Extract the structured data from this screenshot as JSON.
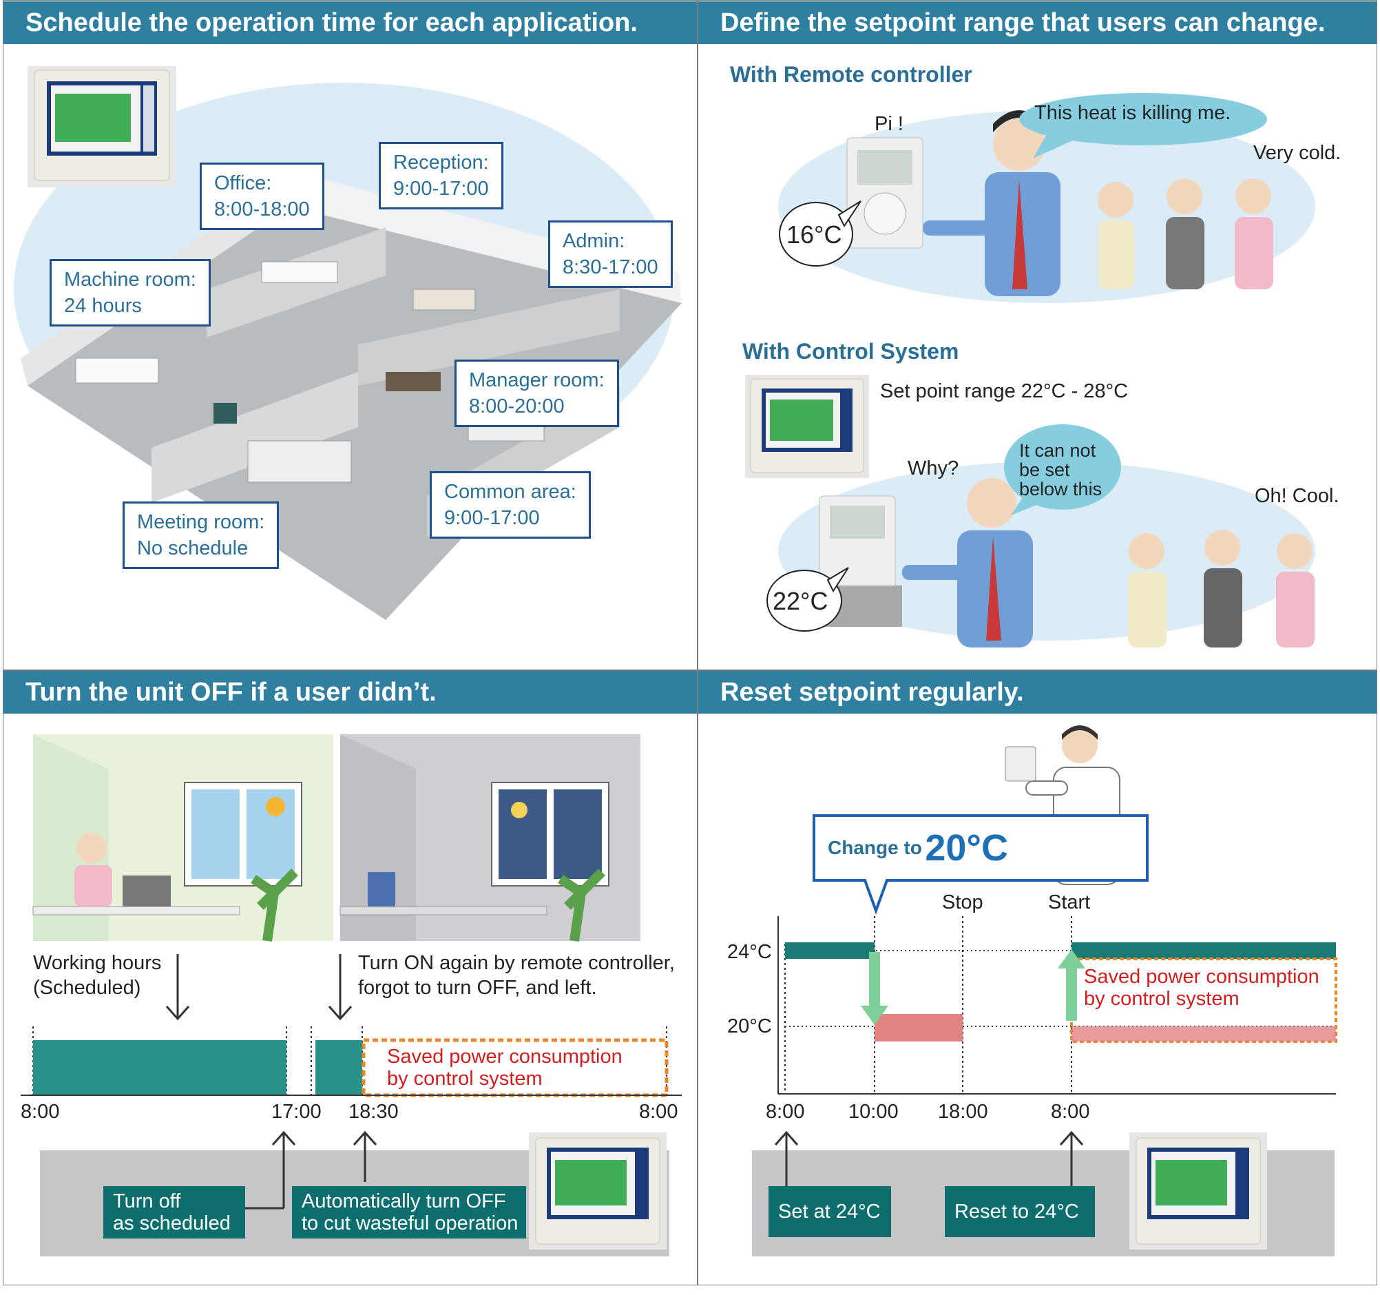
{
  "panels": {
    "schedule": {
      "title": "Schedule the operation time for each application.",
      "rooms": [
        {
          "name": "Office:",
          "time": "8:00-18:00"
        },
        {
          "name": "Reception:",
          "time": "9:00-17:00"
        },
        {
          "name": "Admin:",
          "time": "8:30-17:00"
        },
        {
          "name": "Machine room:",
          "time": "24 hours"
        },
        {
          "name": "Manager room:",
          "time": "8:00-20:00"
        },
        {
          "name": "Common area:",
          "time": "9:00-17:00"
        },
        {
          "name": "Meeting room:",
          "time": "No schedule"
        }
      ]
    },
    "setpoint": {
      "title": "Define the setpoint range that users can change.",
      "remote": {
        "heading": "With Remote controller",
        "beep": "Pi !",
        "speech": "This heat is killing me.",
        "reaction": "Very cold.",
        "temp": "16°C"
      },
      "control": {
        "heading": "With Control System",
        "range": "Set point range 22°C - 28°C",
        "why": "Why?",
        "speech_l1": "It can not",
        "speech_l2": "be set",
        "speech_l3": "below this",
        "reaction": "Oh! Cool.",
        "temp": "22°C"
      }
    },
    "off": {
      "title": "Turn the unit OFF if a user didn’t.",
      "working_l1": "Working hours",
      "working_l2": "(Scheduled)",
      "turn_on_l1": "Turn ON again by remote controller,",
      "turn_on_l2": "forgot to turn OFF, and left.",
      "saved_l1": "Saved power consumption",
      "saved_l2": "by control system",
      "ticks": [
        "8:00",
        "17:00",
        "18:30",
        "8:00"
      ],
      "box1_l1": "Turn off",
      "box1_l2": "as scheduled",
      "box2_l1": "Automatically turn OFF",
      "box2_l2": "to cut wasteful operation"
    },
    "reset": {
      "title": "Reset setpoint regularly.",
      "change_prefix": "Change to",
      "change_value": "20°C",
      "stop": "Stop",
      "start": "Start",
      "y_high": "24°C",
      "y_low": "20°C",
      "saved_l1": "Saved power consumption",
      "saved_l2": "by control system",
      "ticks": [
        "8:00",
        "10:00",
        "18:00",
        "8:00"
      ],
      "box1": "Set at 24°C",
      "box2": "Reset to 24°C"
    }
  },
  "colors": {
    "header": "#2f7fa0",
    "teal": "#0e6e6e",
    "bar": "#2a9189",
    "saved": "#e8862a",
    "red_text": "#d11e1e",
    "pink_bar": "#e38282",
    "arrow_green": "#7fcf98"
  }
}
